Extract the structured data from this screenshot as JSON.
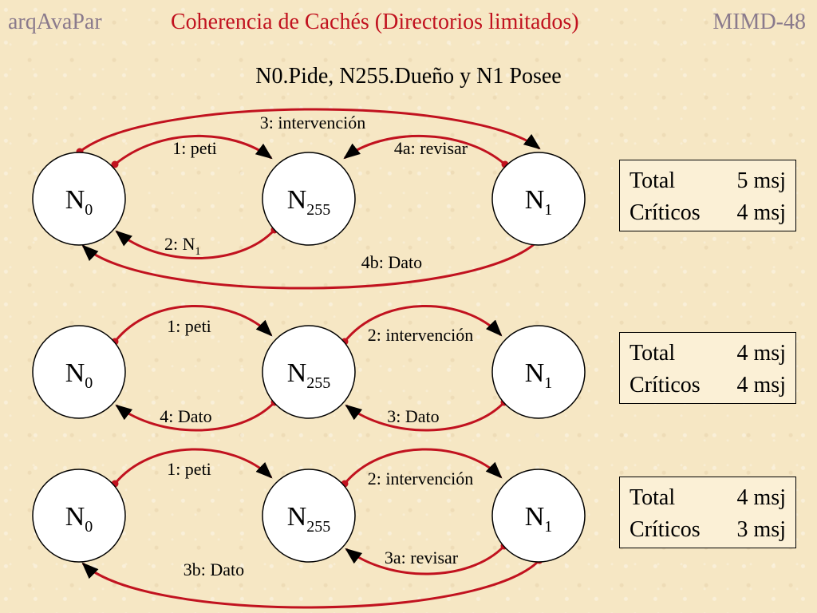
{
  "header": {
    "left": "arqAvaPar",
    "title": "Coherencia de Cachés (Directorios limitados)",
    "right": "MIMD-48"
  },
  "subtitle": "N0.Pide, N255.Dueño y N1 Posee",
  "colors": {
    "arrow": "#c1121f",
    "node": "#ffffff",
    "header_gray": "#8a7a8c",
    "background": "#f6e7c4"
  },
  "node_labels": {
    "n0": "N",
    "n0_sub": "0",
    "n255": "N",
    "n255_sub": "255",
    "n1": "N",
    "n1_sub": "1"
  },
  "scenarios": [
    {
      "arrows": {
        "a1": "3: intervención",
        "a2": "1: peti",
        "a3": "4a: revisar",
        "a4": "2: N",
        "a4_sub": "1",
        "a5": "4b: Dato"
      },
      "totals": {
        "total_label": "Total",
        "total_value": "5 msj",
        "critical_label": "Críticos",
        "critical_value": "4 msj"
      }
    },
    {
      "arrows": {
        "a1": "1: peti",
        "a2": "2: intervención",
        "a3": "4: Dato",
        "a4": "3: Dato"
      },
      "totals": {
        "total_label": "Total",
        "total_value": "4 msj",
        "critical_label": "Críticos",
        "critical_value": "4 msj"
      }
    },
    {
      "arrows": {
        "a1": "1: peti",
        "a2": "2: intervención",
        "a3": "3a: revisar",
        "a4": "3b: Dato"
      },
      "totals": {
        "total_label": "Total",
        "total_value": "4 msj",
        "critical_label": "Críticos",
        "critical_value": "3 msj"
      }
    }
  ]
}
